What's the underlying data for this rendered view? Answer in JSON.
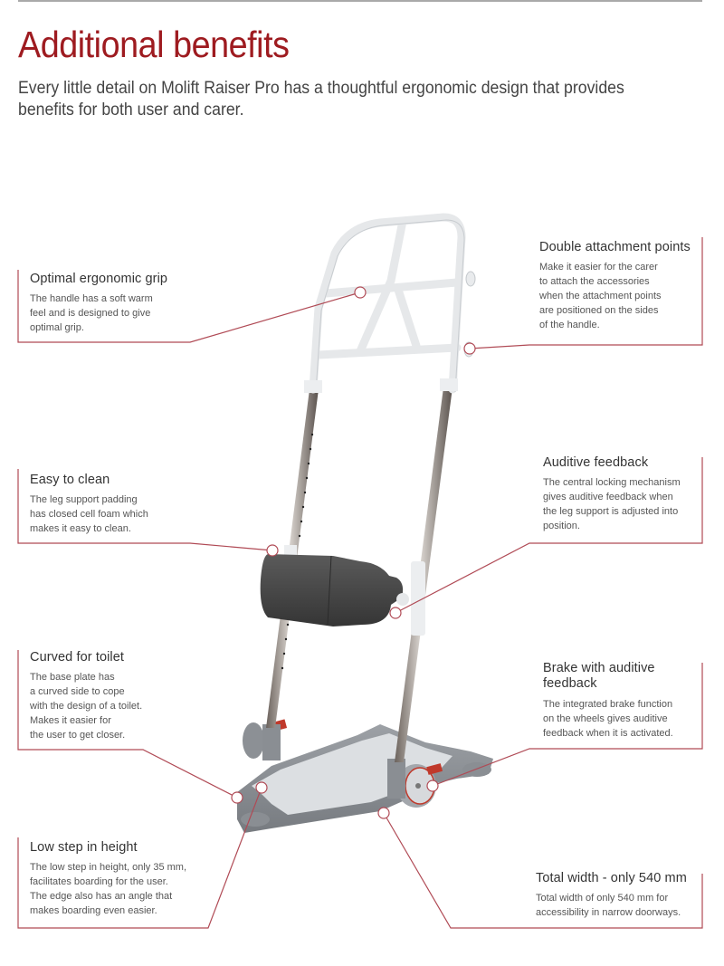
{
  "header": {
    "title": "Additional benefits",
    "intro": "Every little detail on Molift Raiser Pro has a thoughtful ergonomic design that provides benefits for both user and carer."
  },
  "colors": {
    "title": "#9e1b20",
    "callout_line": "#b04a55",
    "body_text": "#555555",
    "heading_text": "#333333",
    "rule": "#a9a9a9"
  },
  "product": {
    "name": "Molift Raiser Pro",
    "image": "standing-aid-illustration"
  },
  "callouts": [
    {
      "title": "Optimal ergonomic grip",
      "body": [
        "The handle has a soft warm",
        "feel and is designed to give",
        "optimal grip."
      ]
    },
    {
      "title": "Double attachment points",
      "body": [
        "Make it easier for the carer",
        "to attach the accessories",
        "when the attachment points",
        "are positioned on the sides",
        "of the handle."
      ]
    },
    {
      "title": "Easy to clean",
      "body": [
        "The leg support padding",
        "has closed cell foam which",
        "makes it easy to clean."
      ]
    },
    {
      "title": "Auditive feedback",
      "body": [
        "The central locking mechanism",
        "gives auditive feedback when",
        "the leg support is adjusted into",
        "position."
      ]
    },
    {
      "title": "Curved for toilet",
      "body": [
        "The base plate has",
        "a curved side to cope",
        "with the design of a toilet.",
        "Makes it easier for",
        "the user to get closer."
      ]
    },
    {
      "title_lines": [
        "Brake with auditive",
        "feedback"
      ],
      "body": [
        "The integrated brake function",
        "on the wheels gives auditive",
        "feedback when it is activated."
      ]
    },
    {
      "title": "Low step in height",
      "body": [
        "The low step in height, only 35 mm,",
        "facilitates boarding for the user.",
        "The edge also has an angle that",
        "makes boarding even easier."
      ]
    },
    {
      "title": "Total width - only 540 mm",
      "body": [
        "Total width of only 540 mm for",
        "accessibility in narrow doorways."
      ]
    }
  ]
}
